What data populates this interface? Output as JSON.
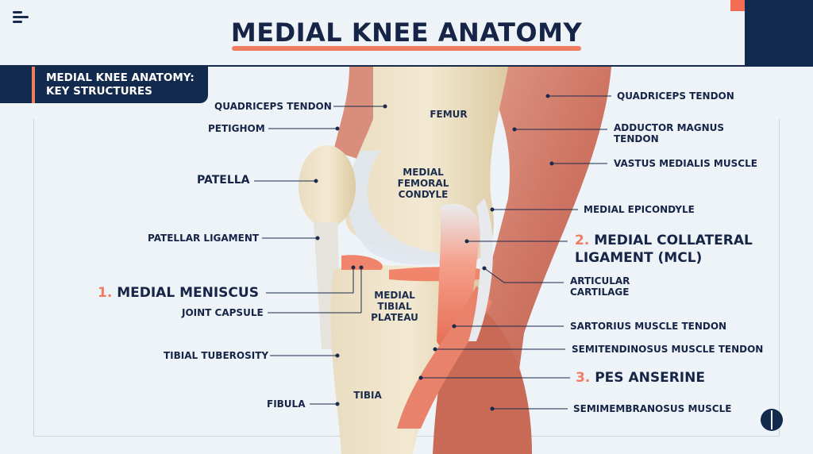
{
  "header": {
    "title": "MEDIAL KNEE ANATOMY",
    "subtitle_line1": "MEDIAL KNEE ANATOMY:",
    "subtitle_line2": "KEY STRUCTURES"
  },
  "icons": {
    "menu": "menu-icon",
    "logo": "brand-logo"
  },
  "colors": {
    "navy": "#132a4f",
    "accent": "#f07d62",
    "bg": "#eef3f7"
  },
  "labels_left": {
    "quadriceps_tendon": "QUADRICEPS TENDON",
    "petighom": "PETIGHOM",
    "patella": "PATELLA",
    "patellar_ligament": "PATELLAR LIGAMENT",
    "medial_meniscus_num": "1.",
    "medial_meniscus": "MEDIAL MENISCUS",
    "joint_capsule": "JOINT CAPSULE",
    "tibial_tuberosity": "TIBIAL TUBEROSITY",
    "fibula": "FIBULA"
  },
  "labels_center": {
    "femur": "FEMUR",
    "medial_femoral_condyle": "MEDIAL FEMORAL CONDYLE",
    "medial_tibial_plateau": "MEDIAL TIBIAL PLATEAU",
    "tibia": "TIBIA"
  },
  "labels_right": {
    "quadriceps_tendon": "QUADRICEPS TENDON",
    "adductor_magnus_tendon": "ADDUCTOR MAGNUS TENDON",
    "vastus_medialis": "VASTUS MEDIALIS MUSCLE",
    "medial_epicondyle": "MEDIAL EPICONDYLE",
    "mcl_num": "2.",
    "mcl": "MEDIAL COLLATERAL LIGAMENT (MCL)",
    "articular_cartilage": "ARTICULAR CARTILAGE",
    "sartorius": "SARTORIUS MUSCLE TENDON",
    "semitendinosus": "SEMITENDINOSUS MUSCLE TENDON",
    "pes_anserine_num": "3.",
    "pes_anserine": "PES ANSERINE",
    "semimembranosus": "SEMIMEMBRANOSUS MUSCLE"
  }
}
